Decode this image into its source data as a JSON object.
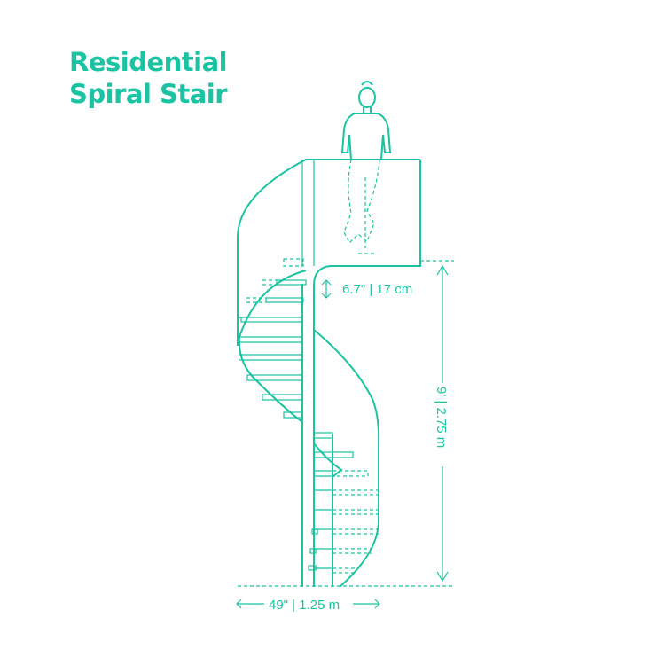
{
  "title": {
    "line1": "Residential",
    "line2": "Spiral Stair"
  },
  "dimensions": {
    "riser": "6.7\" | 17 cm",
    "height": "9' | 2.75 m",
    "width": "49\" | 1.25 m"
  },
  "colors": {
    "accent": "#1ac3a1"
  }
}
